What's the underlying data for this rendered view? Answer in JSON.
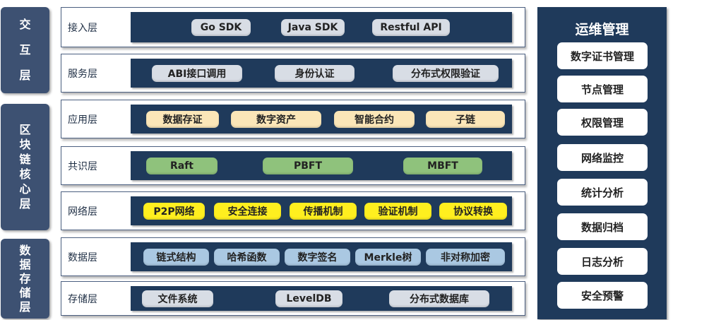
{
  "groups": [
    {
      "chars": [
        "交",
        "互",
        "层"
      ]
    },
    {
      "chars": [
        "区",
        "块",
        "链",
        "核",
        "心",
        "层"
      ]
    },
    {
      "chars": [
        "数",
        "据",
        "存",
        "储",
        "层"
      ]
    }
  ],
  "layers": [
    {
      "label": "接入层",
      "items": [
        "Go SDK",
        "Java SDK",
        "Restful API"
      ],
      "color": "#d8dde5"
    },
    {
      "label": "服务层",
      "items": [
        "ABI接口调用",
        "身份认证",
        "分布式权限验证"
      ],
      "color": "#d8dde5"
    },
    {
      "label": "应用层",
      "items": [
        "数据存证",
        "数字资产",
        "智能合约",
        "子链"
      ],
      "color": "#fbe6b8"
    },
    {
      "label": "共识层",
      "items": [
        "Raft",
        "PBFT",
        "MBFT"
      ],
      "color": "#8fc27c"
    },
    {
      "label": "网络层",
      "items": [
        "P2P网络",
        "安全连接",
        "传播机制",
        "验证机制",
        "协议转换"
      ],
      "color": "#ffef1f"
    },
    {
      "label": "数据层",
      "items": [
        "链式结构",
        "哈希函数",
        "数字签名",
        "Merkle树",
        "非对称加密"
      ],
      "color": "#aac8e2"
    },
    {
      "label": "存储层",
      "items": [
        "文件系统",
        "LevelDB",
        "分布式数据库"
      ],
      "color": "#d8dde5"
    }
  ],
  "ops": {
    "title": "运维管理",
    "items": [
      "数字证书管理",
      "节点管理",
      "权限管理",
      "网络监控",
      "统计分析",
      "数据归档",
      "日志分析",
      "安全预警"
    ]
  },
  "colors": {
    "frame": "#1f3a5b",
    "group": "#3d5172"
  }
}
